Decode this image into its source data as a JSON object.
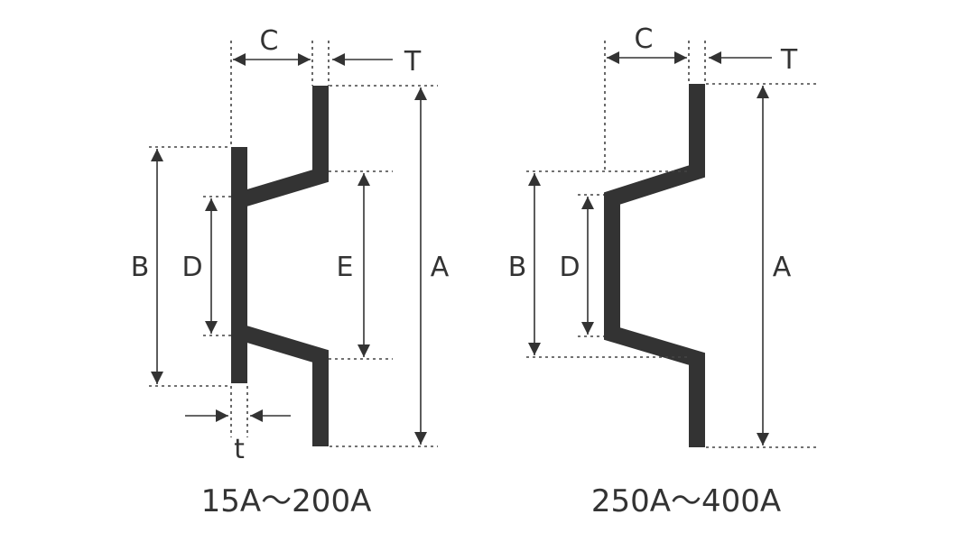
{
  "colors": {
    "profile": "#333333",
    "line": "#333333",
    "text": "#333333",
    "background": "#ffffff"
  },
  "left_figure": {
    "range_label": "15A～200A",
    "labels": {
      "C": "C",
      "T": "T",
      "A": "A",
      "B": "B",
      "D": "D",
      "E": "E",
      "t": "t"
    }
  },
  "right_figure": {
    "range_label": "250A～400A",
    "labels": {
      "C": "C",
      "T": "T",
      "A": "A",
      "B": "B",
      "D": "D"
    }
  }
}
